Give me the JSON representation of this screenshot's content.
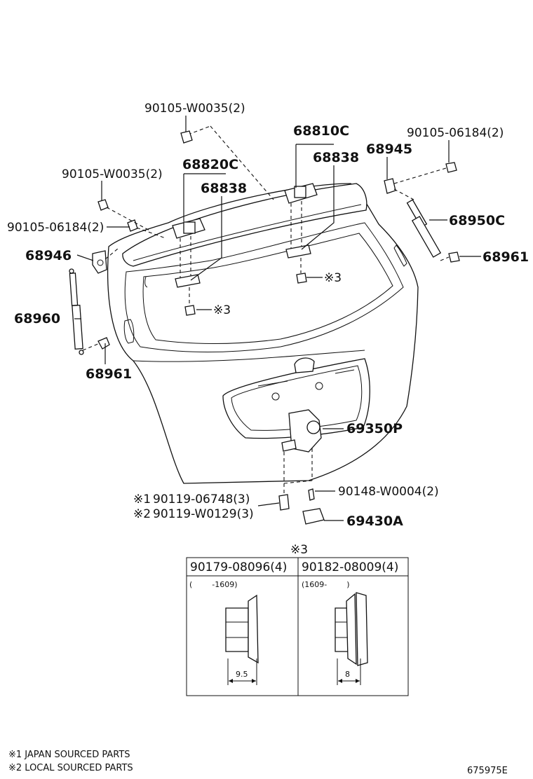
{
  "labels": {
    "bolt_top_center": "90105-W0035(2)",
    "hinge_right": "68810C",
    "hinge_right_cover": "68838",
    "bolt_right_top": "90105-06184(2)",
    "stay_bracket_right": "68945",
    "bolt_left_upper": "90105-W0035(2)",
    "hinge_left": "68820C",
    "hinge_left_cover": "68838",
    "stay_right": "68950C",
    "bolt_left_lower": "90105-06184(2)",
    "stay_bracket_left": "68946",
    "nut_right": "68961",
    "nut_mark_1": "※3",
    "nut_mark_2": "※3",
    "stay_left": "68960",
    "nut_left": "68961",
    "lock": "69350P",
    "screw": "90148-W0004(2)",
    "bolt_japan_mark": "※1",
    "bolt_japan": "90119-06748(3)",
    "bolt_local_mark": "※2",
    "bolt_local": "90119-W0129(3)",
    "striker": "69430A"
  },
  "detail": {
    "title": "※3",
    "left_part": "90179-08096(4)",
    "left_range": "(        -1609)",
    "left_dim": "9.5",
    "right_part": "90182-08009(4)",
    "right_range": "(1609-        )",
    "right_dim": "8"
  },
  "footnotes": {
    "note1": "※1 JAPAN SOURCED PARTS",
    "note2": "※2 LOCAL SOURCED PARTS"
  },
  "figure_id": "675975E"
}
